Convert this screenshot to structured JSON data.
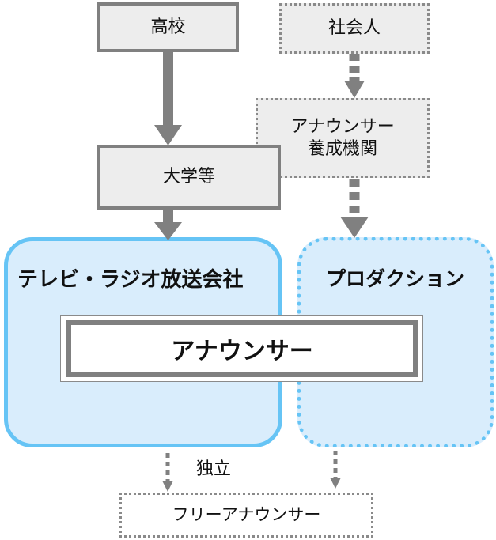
{
  "nodes": {
    "high_school": "高校",
    "working_adults": "社会人",
    "announcer_school_line1": "アナウンサー",
    "announcer_school_line2": "養成機関",
    "university": "大学等",
    "tv_radio": "テレビ・ラジオ放送会社",
    "production": "プロダクション",
    "announcer": "アナウンサー",
    "independence": "独立",
    "freelance": "フリーアナウンサー"
  },
  "colors": {
    "box_fill": "#ededed",
    "box_border": "#808080",
    "org_fill": "#d9edfc",
    "org_border": "#66c4f5",
    "arrow": "#808080"
  }
}
